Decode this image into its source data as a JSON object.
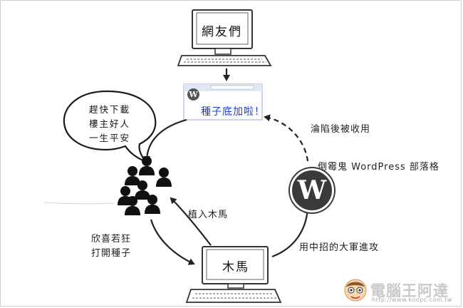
{
  "nodes": {
    "netizens_label": "網友們",
    "browser_text": "種子底加啦！",
    "wp_small_glyph": "W",
    "speech_bubble_lines": [
      "趕快下載",
      "樓主好人",
      "一生平安"
    ],
    "trojan_label": "木馬",
    "wp_big_glyph": "W"
  },
  "edges": {
    "compromised_used": "淪陷後被收用",
    "unlucky_blog": "倒霉鬼 WordPress 部落格",
    "hit_army": "用中招的大軍進攻",
    "implant_trojan": "植入木馬",
    "happy_open": [
      "欣喜若狂",
      "打開種子"
    ]
  },
  "watermark": {
    "title": "電腦王阿達",
    "url": "http://www.koopc.com.tw"
  }
}
